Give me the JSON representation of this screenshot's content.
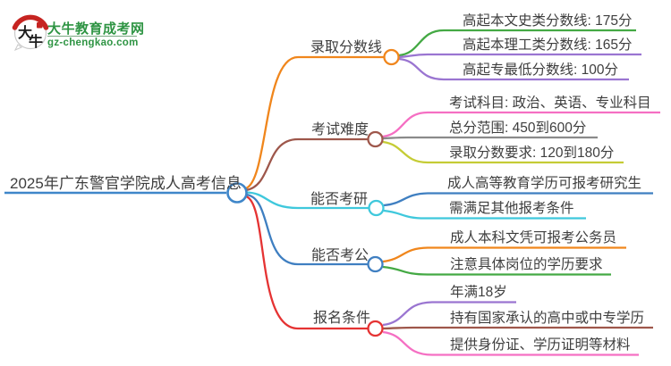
{
  "logo": {
    "badge_chars": [
      "大",
      "牛"
    ],
    "site_name": "大牛教育成考网",
    "site_url": "gz-chengkao.com",
    "brand_green": "#2e9443",
    "badge_red": "#c62421"
  },
  "mindmap": {
    "root": "2025年广东警官学院成人高考信息",
    "root_color": "#3f86c9",
    "text_color": "#3e3e3e",
    "branches": [
      {
        "label": "录取分数线",
        "color": "#f0861c",
        "leaves": [
          {
            "text": "高起本文史类分数线: 175分",
            "color": "#44a944"
          },
          {
            "text": "高起本理工类分数线: 165分",
            "color": "#9a75d1"
          },
          {
            "text": "高起专最低分数线: 100分",
            "color": "#9a75d1"
          }
        ]
      },
      {
        "label": "考试难度",
        "color": "#9e574b",
        "leaves": [
          {
            "text": "考试科目: 政治、英语、专业科目",
            "color": "#f56fc3"
          },
          {
            "text": "总分范围: 450到600分",
            "color": "#8a8a8a"
          },
          {
            "text": "录取分数要求: 120到180分",
            "color": "#c5cc35"
          }
        ]
      },
      {
        "label": "能否考研",
        "color": "#3fc8dc",
        "leaves": [
          {
            "text": "成人高等教育学历可报考研究生",
            "color": "#3f7fc1"
          },
          {
            "text": "需满足其他报考条件",
            "color": "#3fc8dc"
          }
        ]
      },
      {
        "label": "能否考公",
        "color": "#3f7fc1",
        "leaves": [
          {
            "text": "成人本科文凭可报考公务员",
            "color": "#f0861c"
          },
          {
            "text": "注意具体岗位的学历要求",
            "color": "#44a944"
          }
        ]
      },
      {
        "label": "报名条件",
        "color": "#e53333",
        "leaves": [
          {
            "text": "年满18岁",
            "color": "#9a75d1"
          },
          {
            "text": "持有国家承认的高中或中专学历",
            "color": "#9e574b"
          },
          {
            "text": "提供身份证、学历证明等材料",
            "color": "#f56fc3"
          }
        ]
      }
    ]
  }
}
